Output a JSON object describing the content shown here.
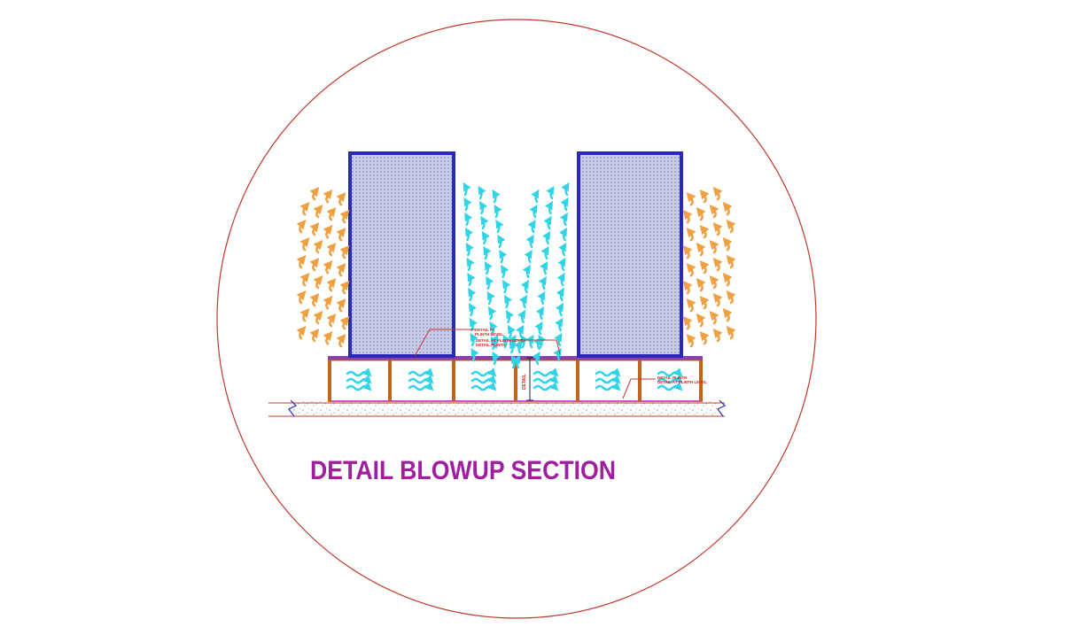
{
  "drawing": {
    "title": "DETAIL BLOWUP SECTION",
    "callouts": [
      {
        "line1": "DETAIL AT",
        "line2": "PLINTH LEVEL"
      },
      {
        "line1": "DETAIL AT PLINTH LEVEL",
        "line2": "DETAIL PLINTH"
      },
      {
        "line1": "DETAIL PLINTH",
        "line2": "DETAIL AT PLINTH LEVEL"
      }
    ],
    "dimension_label": "DETAIL"
  },
  "colors": {
    "circle": "#c0392b",
    "wall_outline": "#2a2ab8",
    "wall_fill": "#c9cce6",
    "beam": "#c0651c",
    "beam_top": "#8e3fa8",
    "cool_air": "#2fd4e6",
    "warm_air": "#f0a040",
    "ground": "#b8b8b8",
    "title": "#a01fa0",
    "note": "#e02020"
  },
  "icons": {
    "cool_air": "wavy-arrow-icon",
    "warm_air": "curved-arrow-icon",
    "break_line": "break-line-icon"
  }
}
